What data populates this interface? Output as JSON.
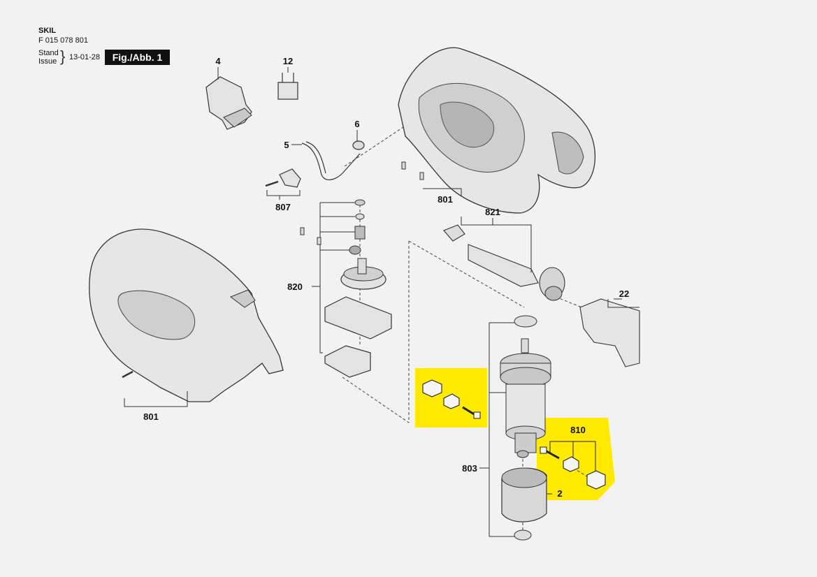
{
  "header": {
    "brand": "SKIL",
    "part_number": "F 015 078 801",
    "stand": "Stand",
    "issue": "Issue",
    "date": "13-01-28",
    "figure": "Fig./Abb. 1"
  },
  "callouts": {
    "c4": "4",
    "c12": "12",
    "c5": "5",
    "c6": "6",
    "c807": "807",
    "c801_top": "801",
    "c821": "821",
    "c820": "820",
    "c22": "22",
    "c801_left": "801",
    "c810": "810",
    "c803": "803",
    "c2": "2"
  },
  "colors": {
    "highlight": "#ffea00",
    "background": "#f2f2f2",
    "part_fill": "#e6e6e6",
    "part_dark": "#9a9a9a"
  }
}
